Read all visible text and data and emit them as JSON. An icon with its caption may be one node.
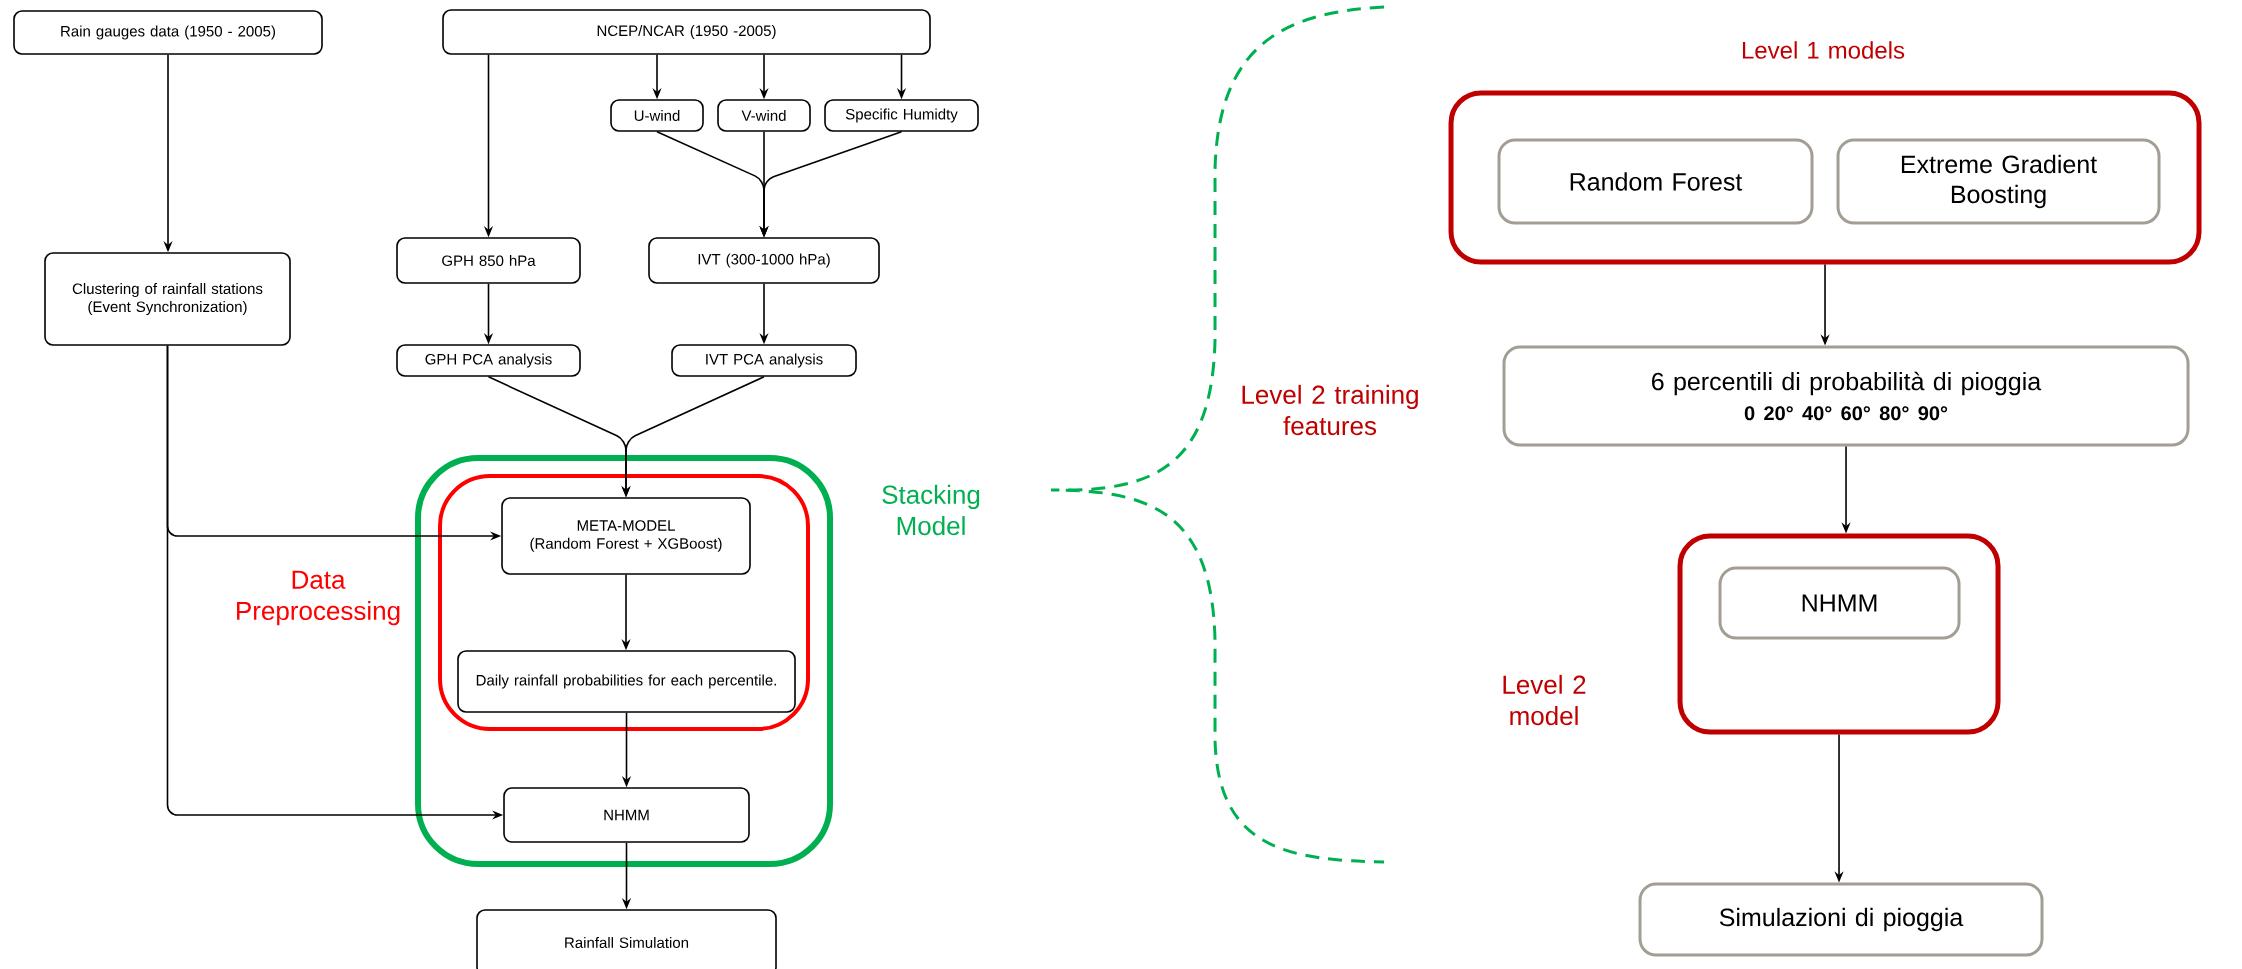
{
  "diagram": {
    "nodes": [
      {
        "text": [
          "Rain gauges data (1950 - 2005)"
        ]
      },
      {
        "text": [
          "NCEP/NCAR (1950 -2005)"
        ]
      },
      {
        "text": [
          "U-wind"
        ]
      },
      {
        "text": [
          "V-wind"
        ]
      },
      {
        "text": [
          "Specific Humidty"
        ]
      },
      {
        "text": [
          "GPH 850 hPa"
        ]
      },
      {
        "text": [
          "IVT (300-1000 hPa)"
        ]
      },
      {
        "text": [
          "Clustering of rainfall stations",
          "(Event Synchronization)"
        ]
      },
      {
        "text": [
          "GPH PCA analysis"
        ]
      },
      {
        "text": [
          "IVT PCA analysis"
        ]
      },
      {
        "text": [
          "Stacking Model"
        ]
      },
      {
        "text": [
          "Data Preprocessing"
        ],
        "in": 10
      },
      {
        "text": [
          "META-MODEL",
          "(Random Forest + XGBoost)"
        ],
        "in": 11
      },
      {
        "text": [
          "Daily rainfall probabilities for each percentile."
        ],
        "in": 11
      },
      {
        "text": [
          "NHMM"
        ],
        "in": 10
      },
      {
        "text": [
          "Rainfall Simulation"
        ]
      },
      {
        "text": [
          "Level 1 models"
        ]
      },
      {
        "text": [
          "Random Forest"
        ],
        "in": 16
      },
      {
        "text": [
          "Extreme Gradient Boosting"
        ],
        "in": 16
      },
      {
        "text": [
          "6 percentili di probabilità di pioggia",
          "0 20° 40° 60° 80° 90°"
        ],
        "beside": [
          "Level 2 training features"
        ]
      },
      {
        "text": [],
        "shape": "box",
        "beside": [
          "Level 2 model"
        ]
      },
      {
        "text": [
          "NHMM"
        ],
        "in": 20
      },
      {
        "text": [
          "Simulazioni di pioggia"
        ]
      }
    ],
    "edges": [
      {
        "from": 0,
        "to": 7,
        "arrow": "to"
      },
      {
        "from": 1,
        "to": 2,
        "arrow": "to"
      },
      {
        "from": 1,
        "to": 3,
        "arrow": "to"
      },
      {
        "from": 1,
        "to": 4,
        "arrow": "to"
      },
      {
        "from": 1,
        "to": 5,
        "arrow": "to"
      },
      {
        "from": 2,
        "to": 6,
        "arrow": "to"
      },
      {
        "from": 3,
        "to": 6,
        "arrow": "to"
      },
      {
        "from": 4,
        "to": 6,
        "arrow": "to"
      },
      {
        "from": 5,
        "to": 8,
        "arrow": "to"
      },
      {
        "from": 6,
        "to": 9,
        "arrow": "to"
      },
      {
        "from": 8,
        "to": 12,
        "arrow": "to"
      },
      {
        "from": 9,
        "to": 12,
        "arrow": "to"
      },
      {
        "from": 7,
        "to": 12,
        "arrow": "to"
      },
      {
        "from": 7,
        "to": 14,
        "arrow": "to"
      },
      {
        "from": 12,
        "to": 13,
        "arrow": "to"
      },
      {
        "from": 13,
        "to": 14,
        "arrow": "to"
      },
      {
        "from": 14,
        "to": 15,
        "arrow": "to"
      },
      {
        "from": 16,
        "to": 19,
        "arrow": "to"
      },
      {
        "from": 19,
        "to": 20,
        "arrow": "to"
      },
      {
        "from": 20,
        "to": 22,
        "arrow": "to"
      }
    ]
  }
}
